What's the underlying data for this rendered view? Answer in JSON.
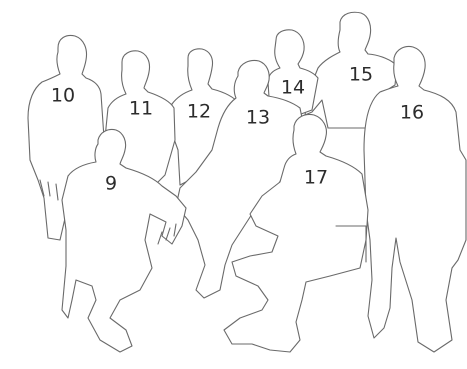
{
  "figures": [
    {
      "id": "person-10",
      "number": "10"
    },
    {
      "id": "person-11",
      "number": "11"
    },
    {
      "id": "person-12",
      "number": "12"
    },
    {
      "id": "person-13",
      "number": "13"
    },
    {
      "id": "person-14",
      "number": "14"
    },
    {
      "id": "person-15",
      "number": "15"
    },
    {
      "id": "person-16",
      "number": "16"
    },
    {
      "id": "person-9",
      "number": "9"
    },
    {
      "id": "person-17",
      "number": "17"
    }
  ],
  "colors": {
    "background": "#ffffff",
    "outline": "#6a6a6a",
    "number_text": "#2c2c2c"
  }
}
